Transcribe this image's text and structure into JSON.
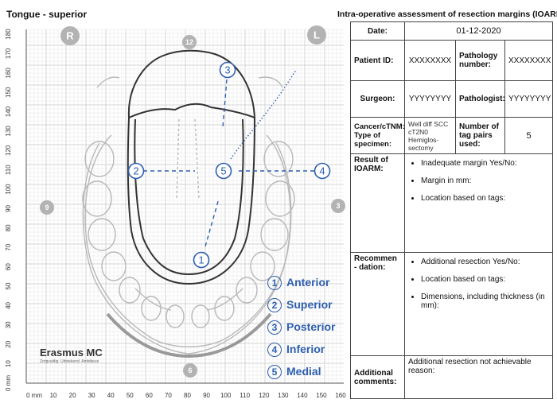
{
  "header": {
    "left_title": "Tongue - superior",
    "right_title": "Intra-operative assessment of resection margins (IOARM)"
  },
  "diagram": {
    "side_markers": [
      "R",
      "L"
    ],
    "clock_marks": [
      "12",
      "9",
      "3",
      "6"
    ],
    "y_axis_ticks": [
      "180",
      "170",
      "160",
      "150",
      "140",
      "130",
      "120",
      "110",
      "100",
      "90",
      "80",
      "70",
      "60",
      "50",
      "40",
      "30",
      "20",
      "10",
      "0 mm"
    ],
    "x_axis_ticks": [
      "0 mm",
      "10",
      "20",
      "30",
      "40",
      "50",
      "60",
      "70",
      "80",
      "90",
      "100",
      "110",
      "120",
      "130",
      "140",
      "150",
      "160"
    ],
    "tags": [
      "1",
      "2",
      "3",
      "4",
      "5"
    ],
    "logo": "Erasmus MC",
    "logo_subtitle": "Zorgvuldig. Uitstekend. Ambitieus",
    "accent_color": "#2e5fb0"
  },
  "legend": [
    {
      "num": "1",
      "label": "Anterior"
    },
    {
      "num": "2",
      "label": "Superior"
    },
    {
      "num": "3",
      "label": "Posterior"
    },
    {
      "num": "4",
      "label": "Inferior"
    },
    {
      "num": "5",
      "label": "Medial"
    }
  ],
  "form": {
    "date_label": "Date:",
    "date_value": "01-12-2020",
    "patient_label": "Patient ID:",
    "patient_value": "XXXXXXXX",
    "pathology_label": "Pathology number:",
    "pathology_value": "XXXXXXXX",
    "surgeon_label": "Surgeon:",
    "surgeon_value": "YYYYYYYY",
    "pathologist_label": "Pathologist:",
    "pathologist_value": "YYYYYYYY",
    "cancer_label": "Cancer/cTNM: Type of specimen:",
    "cancer_value": "Well diff SCC cT2N0 Hemiglos-sectomy",
    "tagpairs_label": "Number of tag pairs used:",
    "tagpairs_value": "5",
    "result_label": "Result of IOARM:",
    "result_items": [
      "Inadequate margin Yes/No:",
      "Margin in mm:",
      "Location based on tags:"
    ],
    "recommendation_label": "Recommen - dation:",
    "recommendation_items": [
      "Additional resection Yes/No:",
      "Location based on tags:",
      "Dimensions, including thickness (in mm):"
    ],
    "comments_label": "Additional comments:",
    "comments_value": "Additional resection not achievable reason:"
  }
}
